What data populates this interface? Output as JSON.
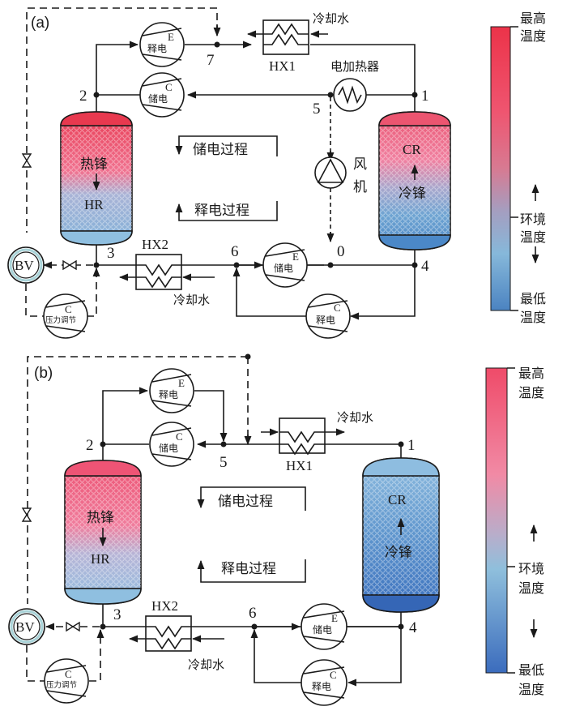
{
  "colors": {
    "hot": "#ec3b4f",
    "hot_light": "#f07a90",
    "ambient": "#8ebcdb",
    "cold_a": "#4f8cc9",
    "cold_b": "#2f63b3",
    "bv_ring": "#a9d3d8"
  },
  "legend": {
    "top_label_1": "最高",
    "top_label_2": "温度",
    "mid_label_1": "环境",
    "mid_label_2": "温度",
    "bottom_label_1": "最低",
    "bottom_label_2": "温度"
  },
  "panel_a": {
    "label": "(a)",
    "nodes": {
      "n0": "0",
      "n1": "1",
      "n2": "2",
      "n3": "3",
      "n4": "4",
      "n5": "5",
      "n6": "6",
      "n7": "7"
    },
    "hot_tank": {
      "label": "HR",
      "front": "热锋"
    },
    "cold_tank": {
      "label": "CR",
      "front": "冷锋"
    },
    "hx1": {
      "label": "HX1",
      "water": "冷却水"
    },
    "hx2": {
      "label": "HX2",
      "water": "冷却水"
    },
    "heater": "电加热器",
    "fan": [
      "风",
      "机"
    ],
    "machines": {
      "expander_top": {
        "tag": "E",
        "label": "释电"
      },
      "compressor_top": {
        "tag": "C",
        "label": "储电"
      },
      "expander_bottom": {
        "tag": "E",
        "label": "储电"
      },
      "compressor_bottom": {
        "tag": "C",
        "label": "释电"
      },
      "pressure_comp": {
        "tag": "C",
        "label": "压力调节"
      }
    },
    "bv": "BV",
    "charge_process": "储电过程",
    "discharge_process": "释电过程"
  },
  "panel_b": {
    "label": "(b)",
    "nodes": {
      "n1": "1",
      "n2": "2",
      "n3": "3",
      "n4": "4",
      "n5": "5",
      "n6": "6"
    },
    "hot_tank": {
      "label": "HR",
      "front": "热锋"
    },
    "cold_tank": {
      "label": "CR",
      "front": "冷锋"
    },
    "hx1": {
      "label": "HX1",
      "water": "冷却水"
    },
    "hx2": {
      "label": "HX2",
      "water": "冷却水"
    },
    "machines": {
      "expander_top": {
        "tag": "E",
        "label": "释电"
      },
      "compressor_top": {
        "tag": "C",
        "label": "储电"
      },
      "expander_bottom": {
        "tag": "E",
        "label": "储电"
      },
      "compressor_bottom": {
        "tag": "C",
        "label": "释电"
      },
      "pressure_comp": {
        "tag": "C",
        "label": "压力调节"
      }
    },
    "bv": "BV",
    "charge_process": "储电过程",
    "discharge_process": "释电过程"
  }
}
